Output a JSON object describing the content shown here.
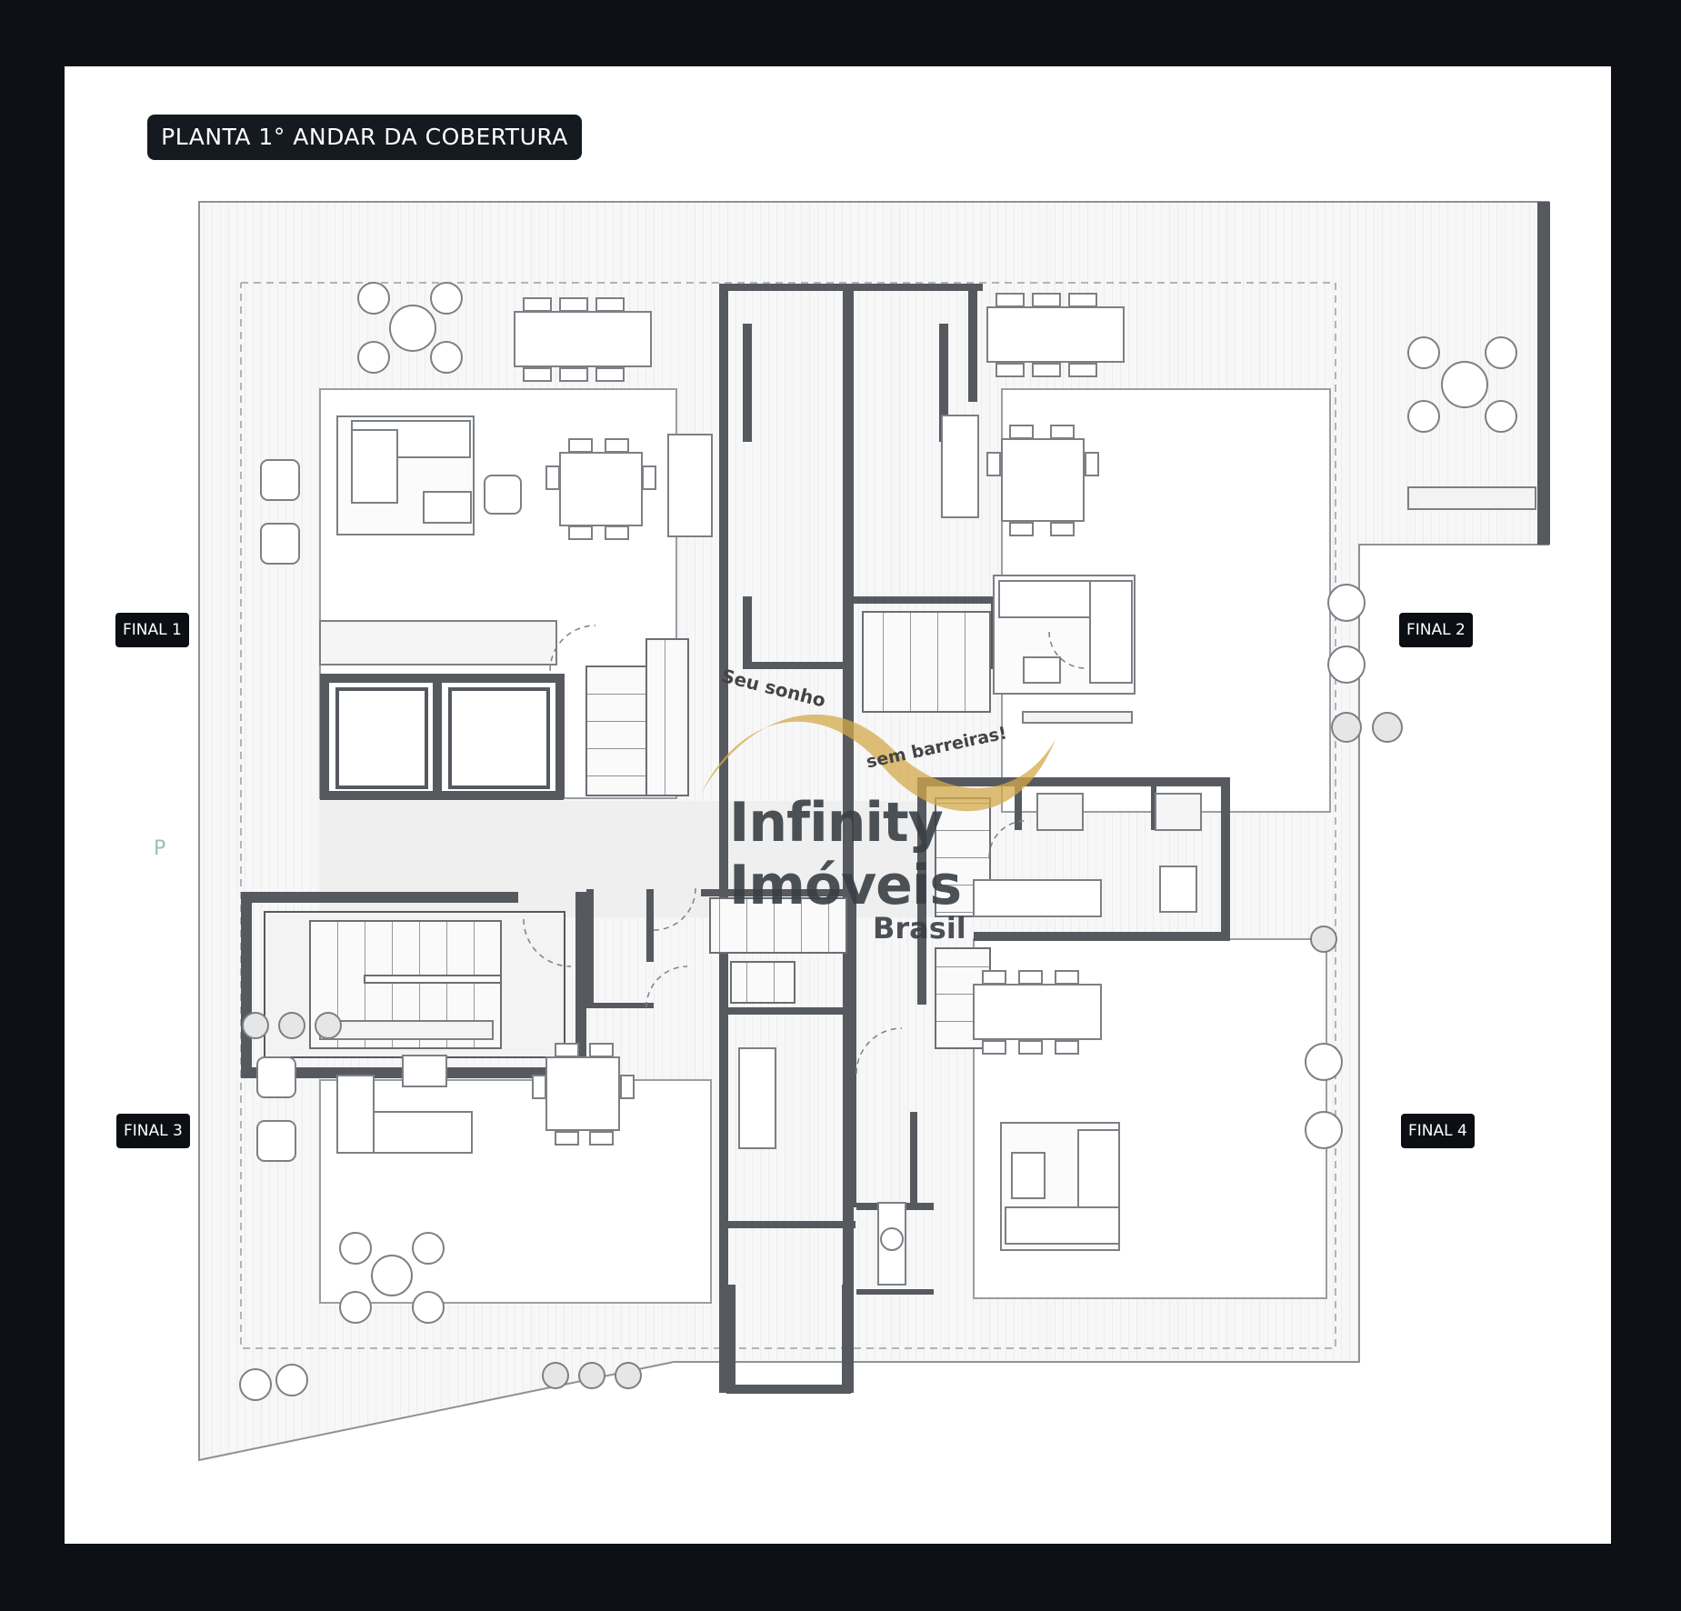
{
  "plan": {
    "title": "PLANTA 1° ANDAR DA COBERTURA",
    "units": {
      "final_1": "FINAL 1",
      "final_2": "FINAL 2",
      "final_3": "FINAL 3",
      "final_4": "FINAL 4"
    },
    "parking_label": "P"
  },
  "watermark": {
    "tagline_part1": "Seu sonho",
    "tagline_part2": "sem barreiras!",
    "brand_line1": "Infinity",
    "brand_line2": "Imóveis",
    "brand_line3": "Brasil",
    "accent_color": "#d4a94a"
  },
  "colors": {
    "frame": "#0d1115",
    "sheet": "#ffffff",
    "wall": "#56595e",
    "line": "#9a9ea3",
    "deck": "#e6e7e9"
  }
}
